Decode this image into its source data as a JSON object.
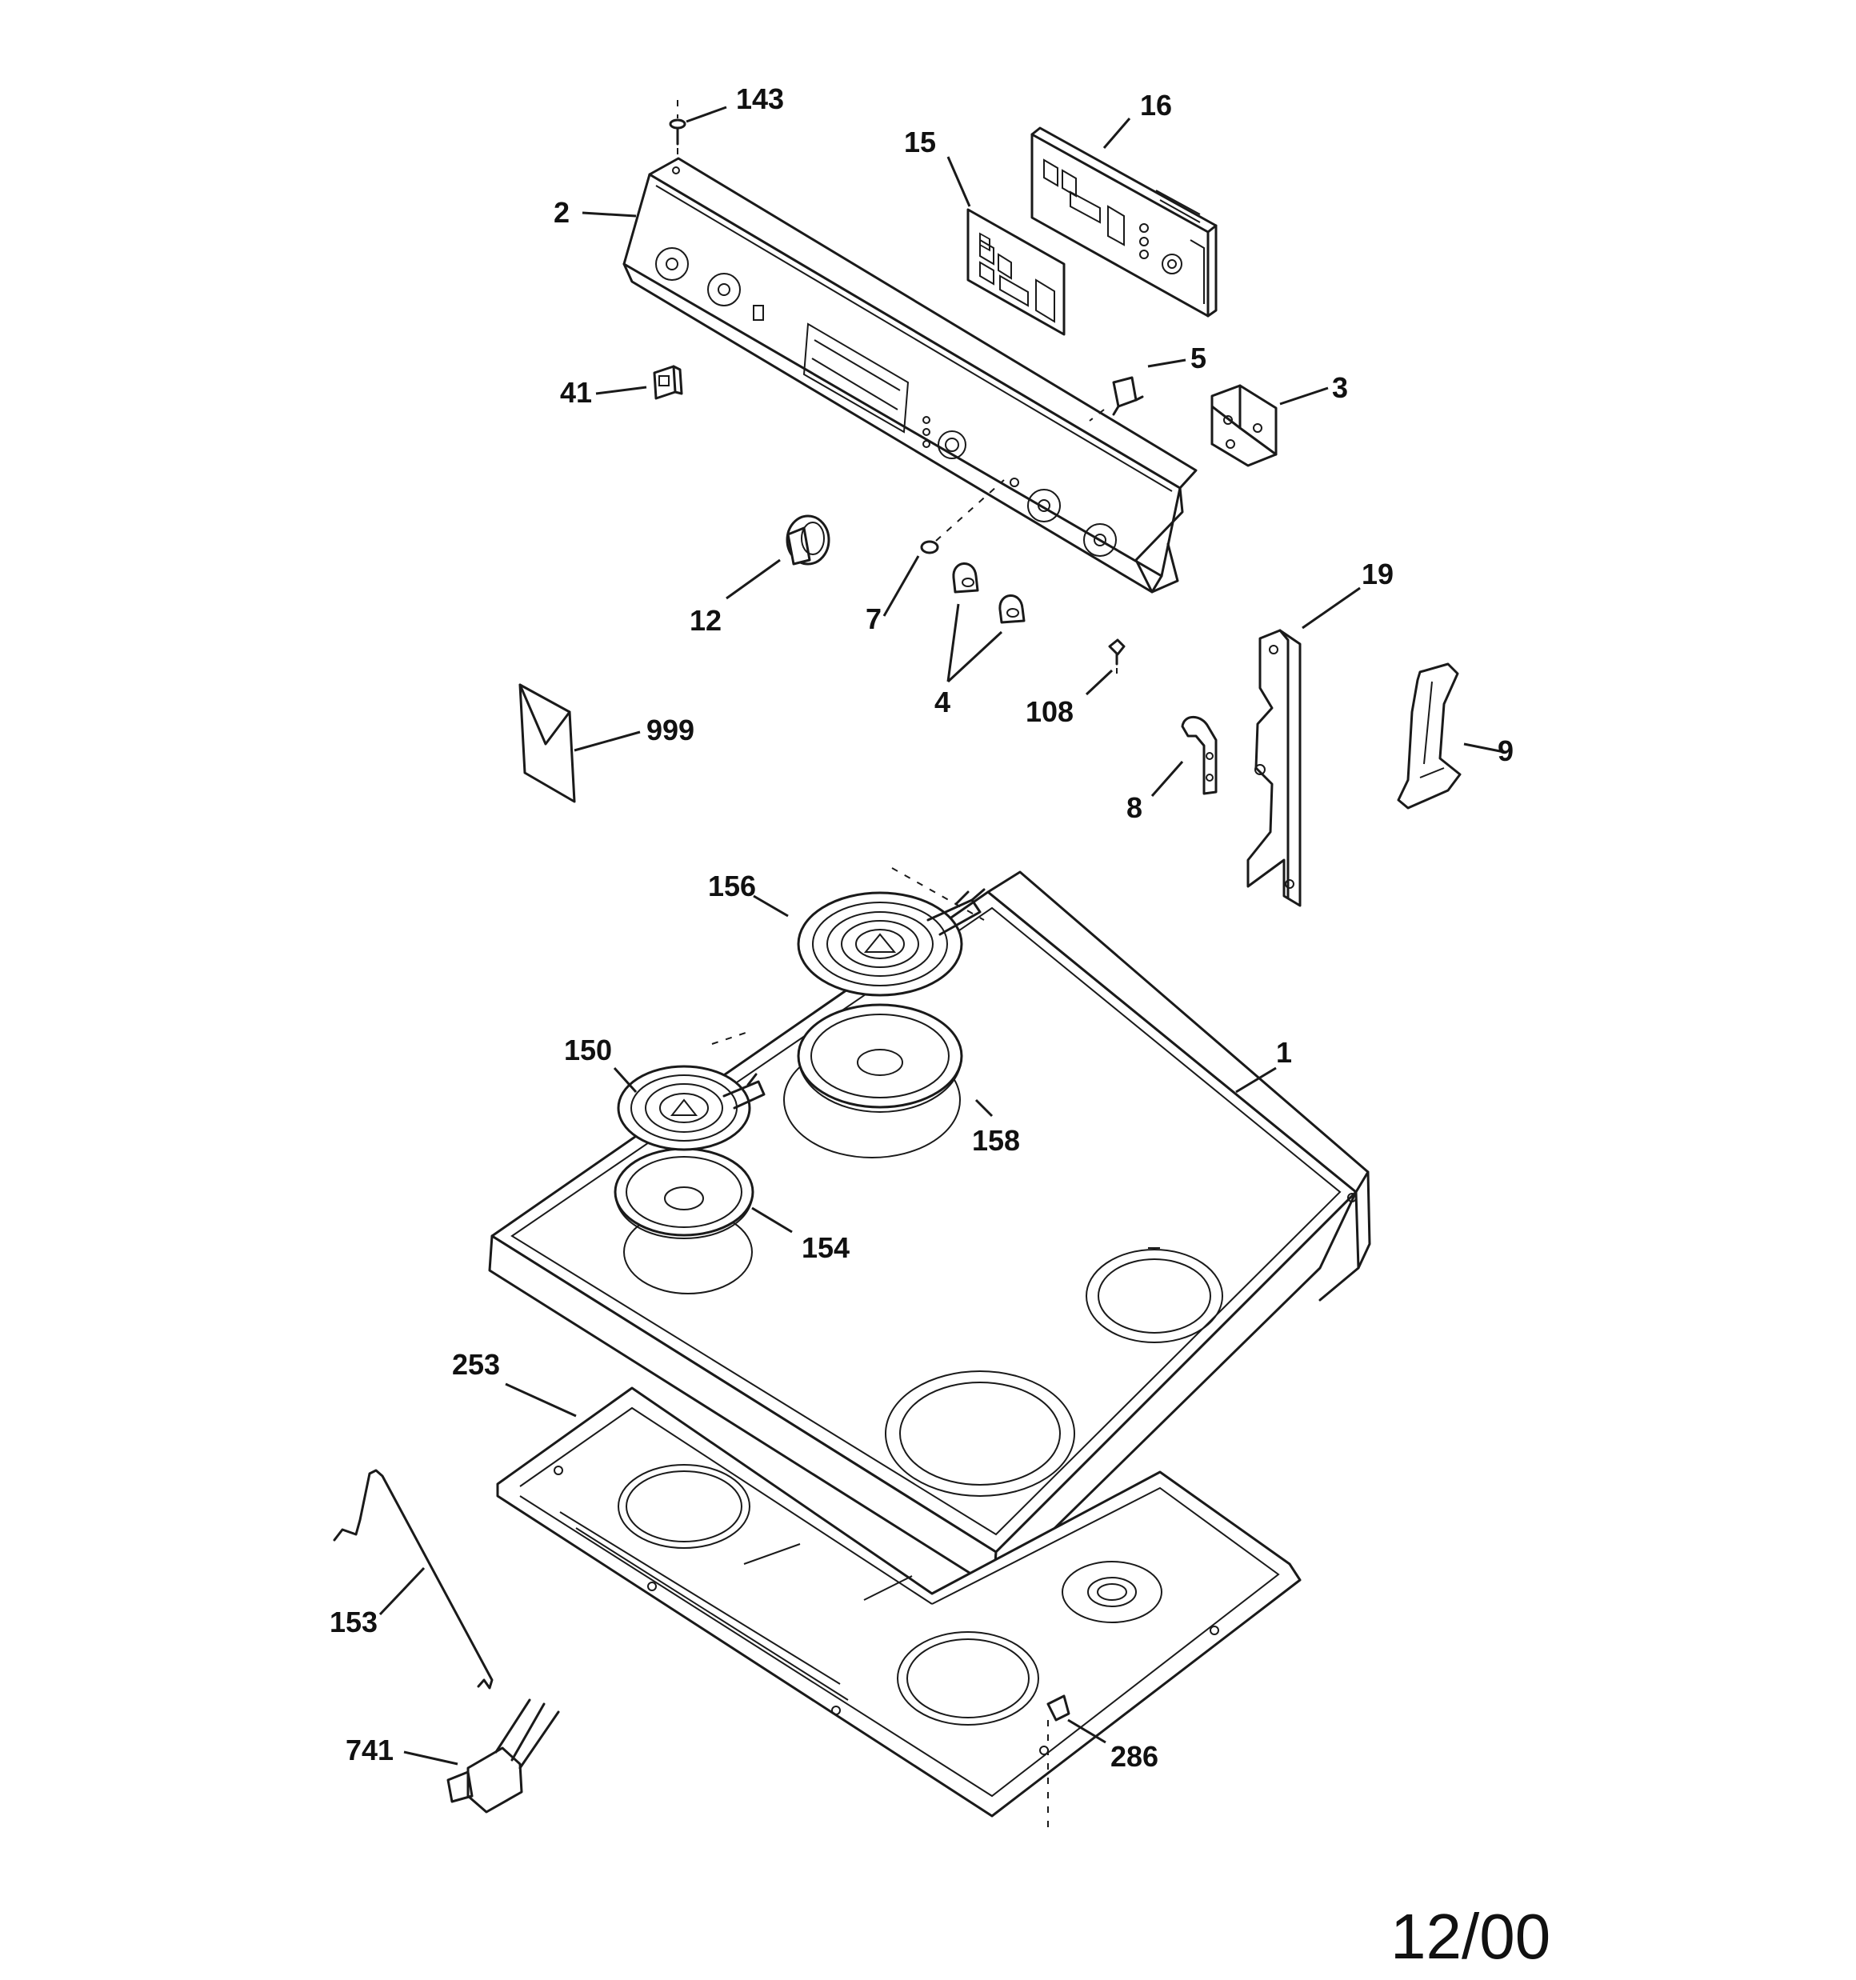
{
  "diagram": {
    "date_code": "12/00",
    "callouts": {
      "p143": "143",
      "p16": "16",
      "p15": "15",
      "p2": "2",
      "p5": "5",
      "p3": "3",
      "p41": "41",
      "p12": "12",
      "p7": "7",
      "p4": "4",
      "p108": "108",
      "p19": "19",
      "p999": "999",
      "p9": "9",
      "p8": "8",
      "p156": "156",
      "p150": "150",
      "p1": "1",
      "p158": "158",
      "p154": "154",
      "p253": "253",
      "p153": "153",
      "p741": "741",
      "p286": "286"
    }
  }
}
